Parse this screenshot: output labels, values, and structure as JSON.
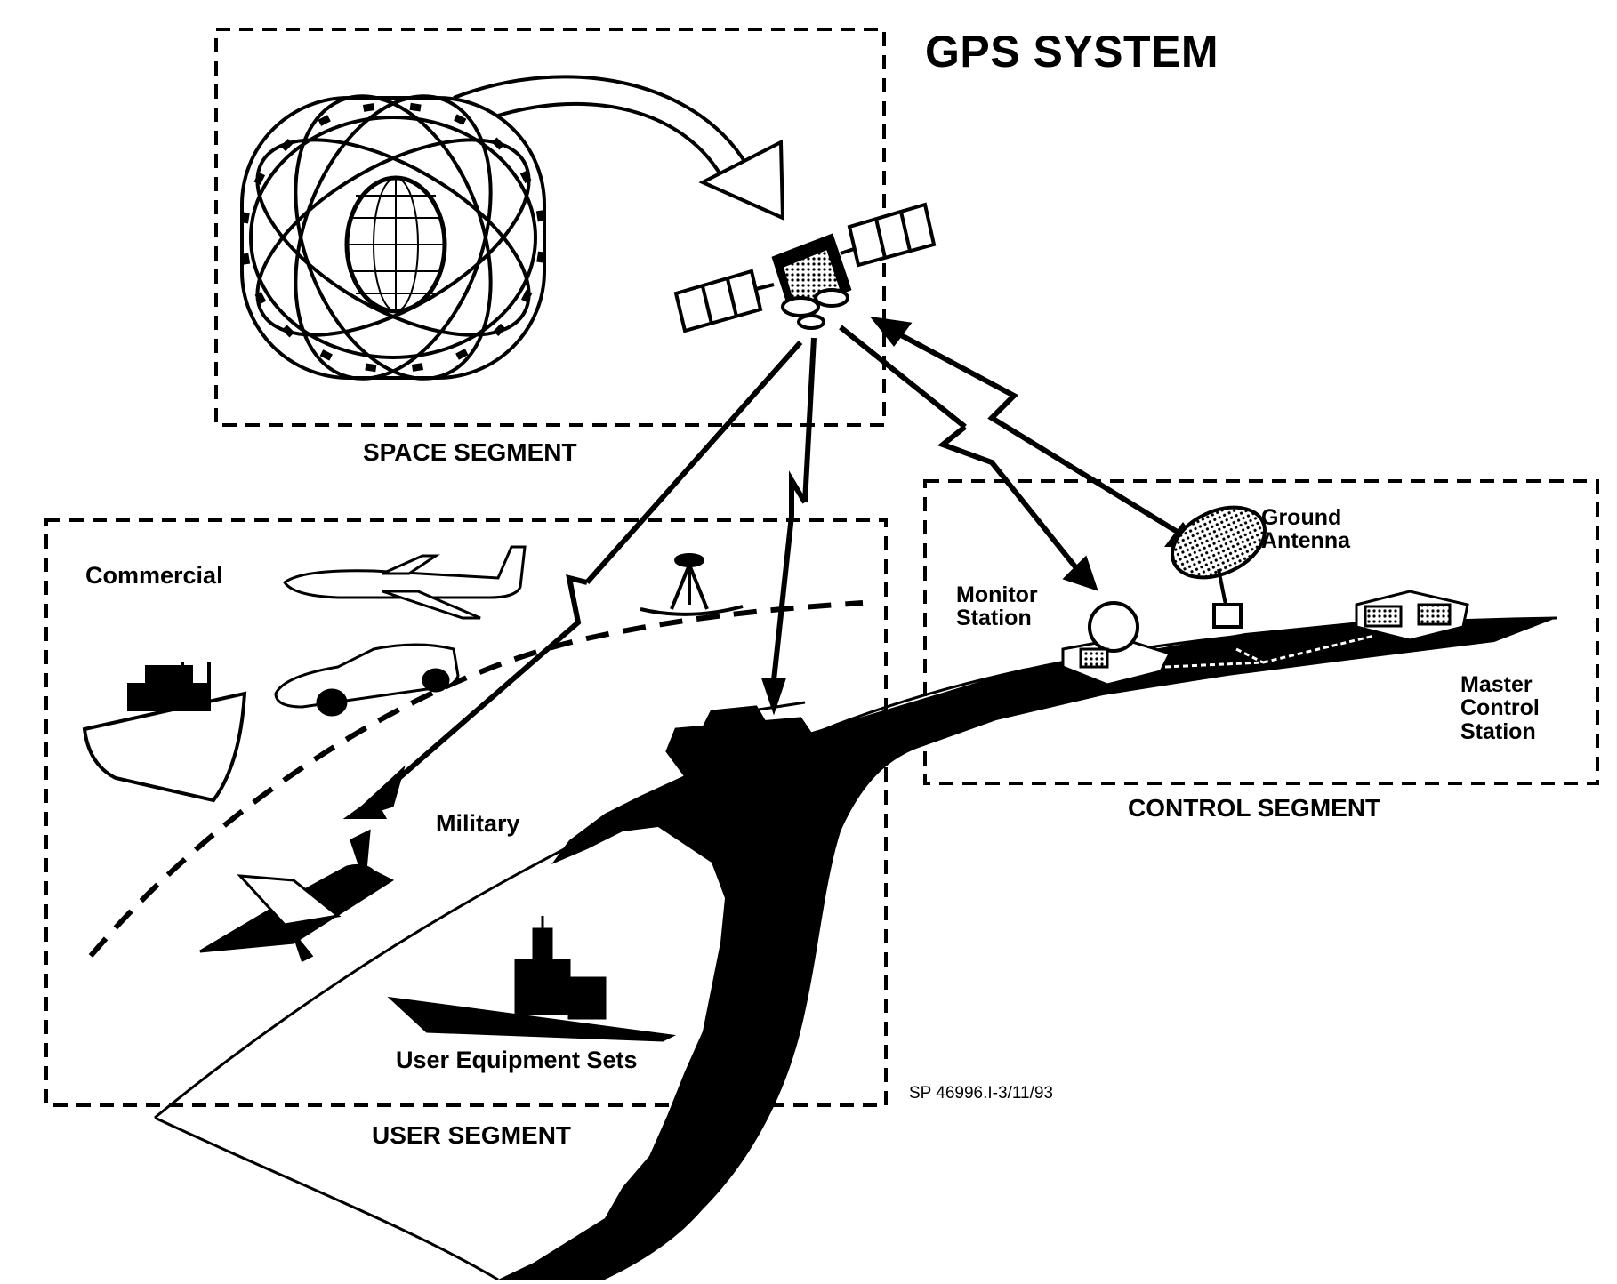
{
  "title": "GPS SYSTEM",
  "segments": {
    "space": "SPACE SEGMENT",
    "user": "USER SEGMENT",
    "control": "CONTROL SEGMENT"
  },
  "user_labels": {
    "commercial": "Commercial",
    "military": "Military",
    "equipment": "User Equipment Sets"
  },
  "control_labels": {
    "monitor": [
      "Monitor",
      "Station"
    ],
    "ground": [
      "Ground",
      "Antenna"
    ],
    "master": [
      "Master",
      "Control",
      "Station"
    ]
  },
  "doc_id": "SP 46996.I-3/11/93"
}
